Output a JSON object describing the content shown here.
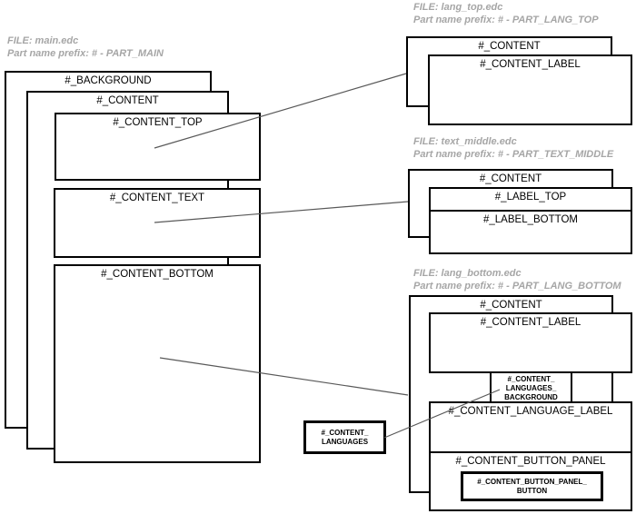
{
  "colors": {
    "box_border": "#000000",
    "connector_line": "#595959",
    "header_text": "#a6a6a6",
    "label_text": "#000000",
    "canvas_background": "#ffffff"
  },
  "groups": {
    "main": {
      "file": "FILE: main.edc",
      "prefix": "Part name prefix: # - PART_MAIN",
      "parts": {
        "background": "#_BACKGROUND",
        "content": "#_CONTENT",
        "content_top": "#_CONTENT_TOP",
        "content_text": "#_CONTENT_TEXT",
        "content_bottom": "#_CONTENT_BOTTOM"
      }
    },
    "lang_top": {
      "file": "FILE: lang_top.edc",
      "prefix": "Part name prefix: # - PART_LANG_TOP",
      "parts": {
        "content": "#_CONTENT",
        "content_label": "#_CONTENT_LABEL"
      }
    },
    "text_middle": {
      "file": "FILE: text_middle.edc",
      "prefix": "Part name prefix: # - PART_TEXT_MIDDLE",
      "parts": {
        "content": "#_CONTENT",
        "label_top": "#_LABEL_TOP",
        "label_bottom": "#_LABEL_BOTTOM"
      }
    },
    "lang_bottom": {
      "file": "FILE: lang_bottom.edc",
      "prefix": "Part name prefix: # - PART_LANG_BOTTOM",
      "parts": {
        "content": "#_CONTENT",
        "content_label": "#_CONTENT_LABEL",
        "languages_background_lines": [
          "#_CONTENT_",
          "LANGUAGES_",
          "BACKGROUND"
        ],
        "language_label": "#_CONTENT_LANGUAGE_LABEL",
        "button_panel": "#_CONTENT_BUTTON_PANEL",
        "button_lines": [
          "#_CONTENT_BUTTON_PANEL_",
          "BUTTON"
        ]
      }
    },
    "floating": {
      "languages_lines": [
        "#_CONTENT_",
        "LANGUAGES"
      ]
    }
  },
  "connectors": [
    {
      "from": "main: #_CONTENT_TOP",
      "to": "lang_top: #_CONTENT"
    },
    {
      "from": "main: #_CONTENT_TEXT",
      "to": "text_middle: #_CONTENT"
    },
    {
      "from": "main: #_CONTENT_BOTTOM",
      "to": "lang_bottom: #_CONTENT"
    },
    {
      "from": "#_CONTENT_LANGUAGES",
      "to": "lang_bottom: #_CONTENT_LANGUAGES_BACKGROUND"
    }
  ]
}
